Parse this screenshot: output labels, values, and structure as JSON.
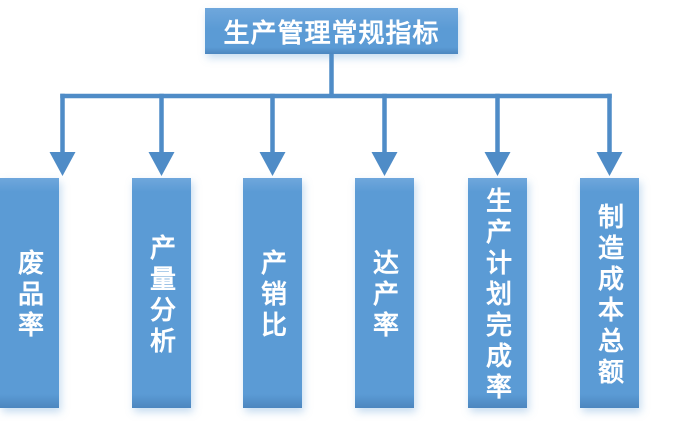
{
  "diagram": {
    "root": {
      "label": "生产管理常规指标"
    },
    "children": [
      {
        "label": "产量分析"
      },
      {
        "label": "产销比"
      },
      {
        "label": "达产率"
      },
      {
        "label": "生产计划完成率"
      },
      {
        "label": "制造成本总额"
      },
      {
        "label": "废品率"
      }
    ]
  },
  "colors": {
    "node-fill": "#5b9bd5",
    "node-fill-light": "#6fa7dc",
    "node-fill-dark": "#4c86bf",
    "connector": "#4f8cc7",
    "text": "#ffffff",
    "background": "#ffffff"
  }
}
